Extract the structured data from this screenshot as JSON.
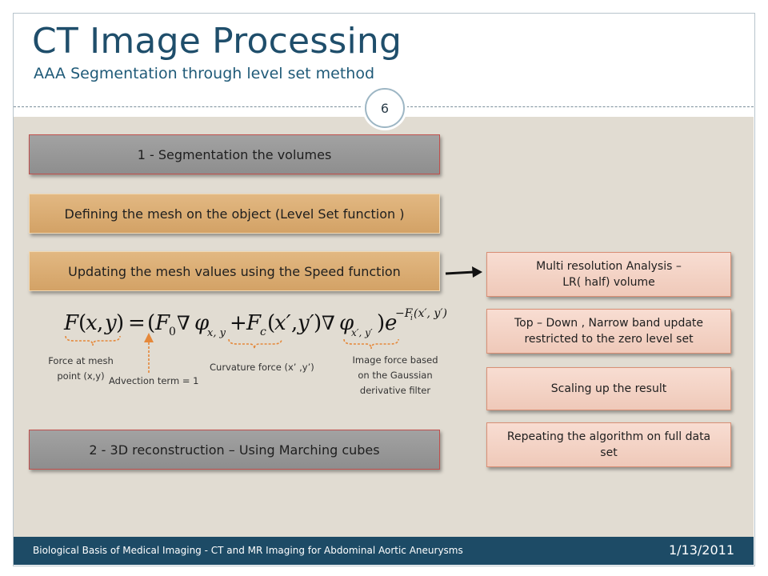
{
  "slide": {
    "title": "CT Image Processing",
    "subtitle": "AAA Segmentation through level set method",
    "page_number": "6"
  },
  "steps": {
    "segmentation": "1 -  Segmentation the volumes",
    "define_mesh": "Defining the mesh on the object (Level Set function )",
    "update_mesh": "Updating the mesh values using the Speed function",
    "reconstruction": "2  -  3D reconstruction  – Using Marching cubes"
  },
  "side_steps": {
    "multires_line1": "Multi resolution Analysis  –",
    "multires_line2": "LR( half) volume",
    "narrowband_line1": "Top – Down , Narrow band update",
    "narrowband_line2": "restricted to the zero level set",
    "scaling": "Scaling up the result",
    "repeat_line1": "Repeating the algorithm on full data",
    "repeat_line2": "set"
  },
  "formula": {
    "text": "F(x, y) = (F₀∇φx,y + Fc(x′, y′)∇φx′,y′) e^(−Fi(x′, y′))"
  },
  "annotations": {
    "force_line1": "Force at mesh",
    "force_line2": "point (x,y)",
    "advection": "Advection term  = 1",
    "curvature": "Curvature force (x’ ,y’)",
    "image_force_line1": "Image force based",
    "image_force_line2": "on the Gaussian",
    "image_force_line3": "derivative filter"
  },
  "footer": {
    "course": "Biological Basis of Medical Imaging - CT and MR Imaging for Abdominal Aortic Aneurysms",
    "date": "1/13/2011"
  },
  "colors": {
    "title": "#1f4e6b",
    "footer_bg": "#1d4b66",
    "body_bg": "#e1dcd2",
    "gray_box": "#999999",
    "orange_box": "#d9ab72",
    "light_box": "#f4d3c5",
    "bracket": "#e5883a",
    "arrow": "#111111"
  }
}
